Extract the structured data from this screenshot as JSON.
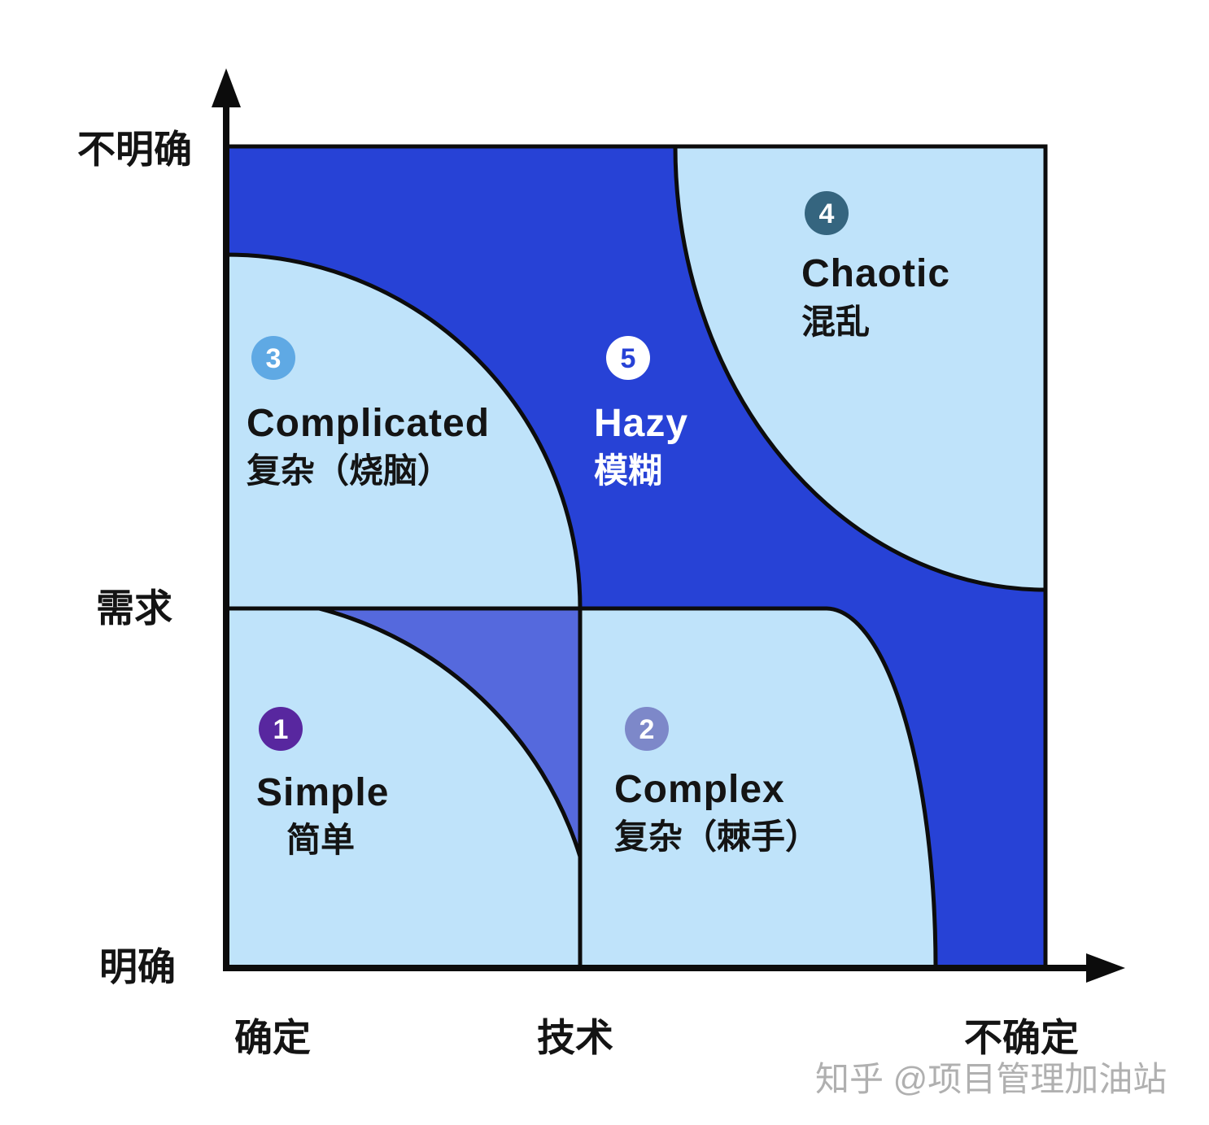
{
  "colors": {
    "dark_blue": "#2742d6",
    "light_blue": "#bfe3fa",
    "medium_blue": "#5569dd",
    "badge_simple": "#58279f",
    "badge_complex": "#7d88c9",
    "badge_complicated": "#5fa9e4",
    "badge_chaotic": "#35657f",
    "badge_hazy_bg": "#ffffff",
    "badge_hazy_text": "#2742d6",
    "text_dark": "#141414",
    "text_light": "#ffffff"
  },
  "y_axis": {
    "top_label": "不明确",
    "mid_label": "需求",
    "bottom_label": "明确"
  },
  "x_axis": {
    "left_label": "确定",
    "mid_label": "技术",
    "right_label": "不确定"
  },
  "regions": {
    "simple": {
      "badge": "1",
      "en": "Simple",
      "zh": "简单"
    },
    "complex": {
      "badge": "2",
      "en": "Complex",
      "zh": "复杂（棘手）"
    },
    "complicated": {
      "badge": "3",
      "en": "Complicated",
      "zh": "复杂（烧脑）"
    },
    "chaotic": {
      "badge": "4",
      "en": "Chaotic",
      "zh": "混乱"
    },
    "hazy": {
      "badge": "5",
      "en": "Hazy",
      "zh": "模糊"
    }
  },
  "diagram": {
    "watermark": "知乎 @项目管理加油站"
  }
}
